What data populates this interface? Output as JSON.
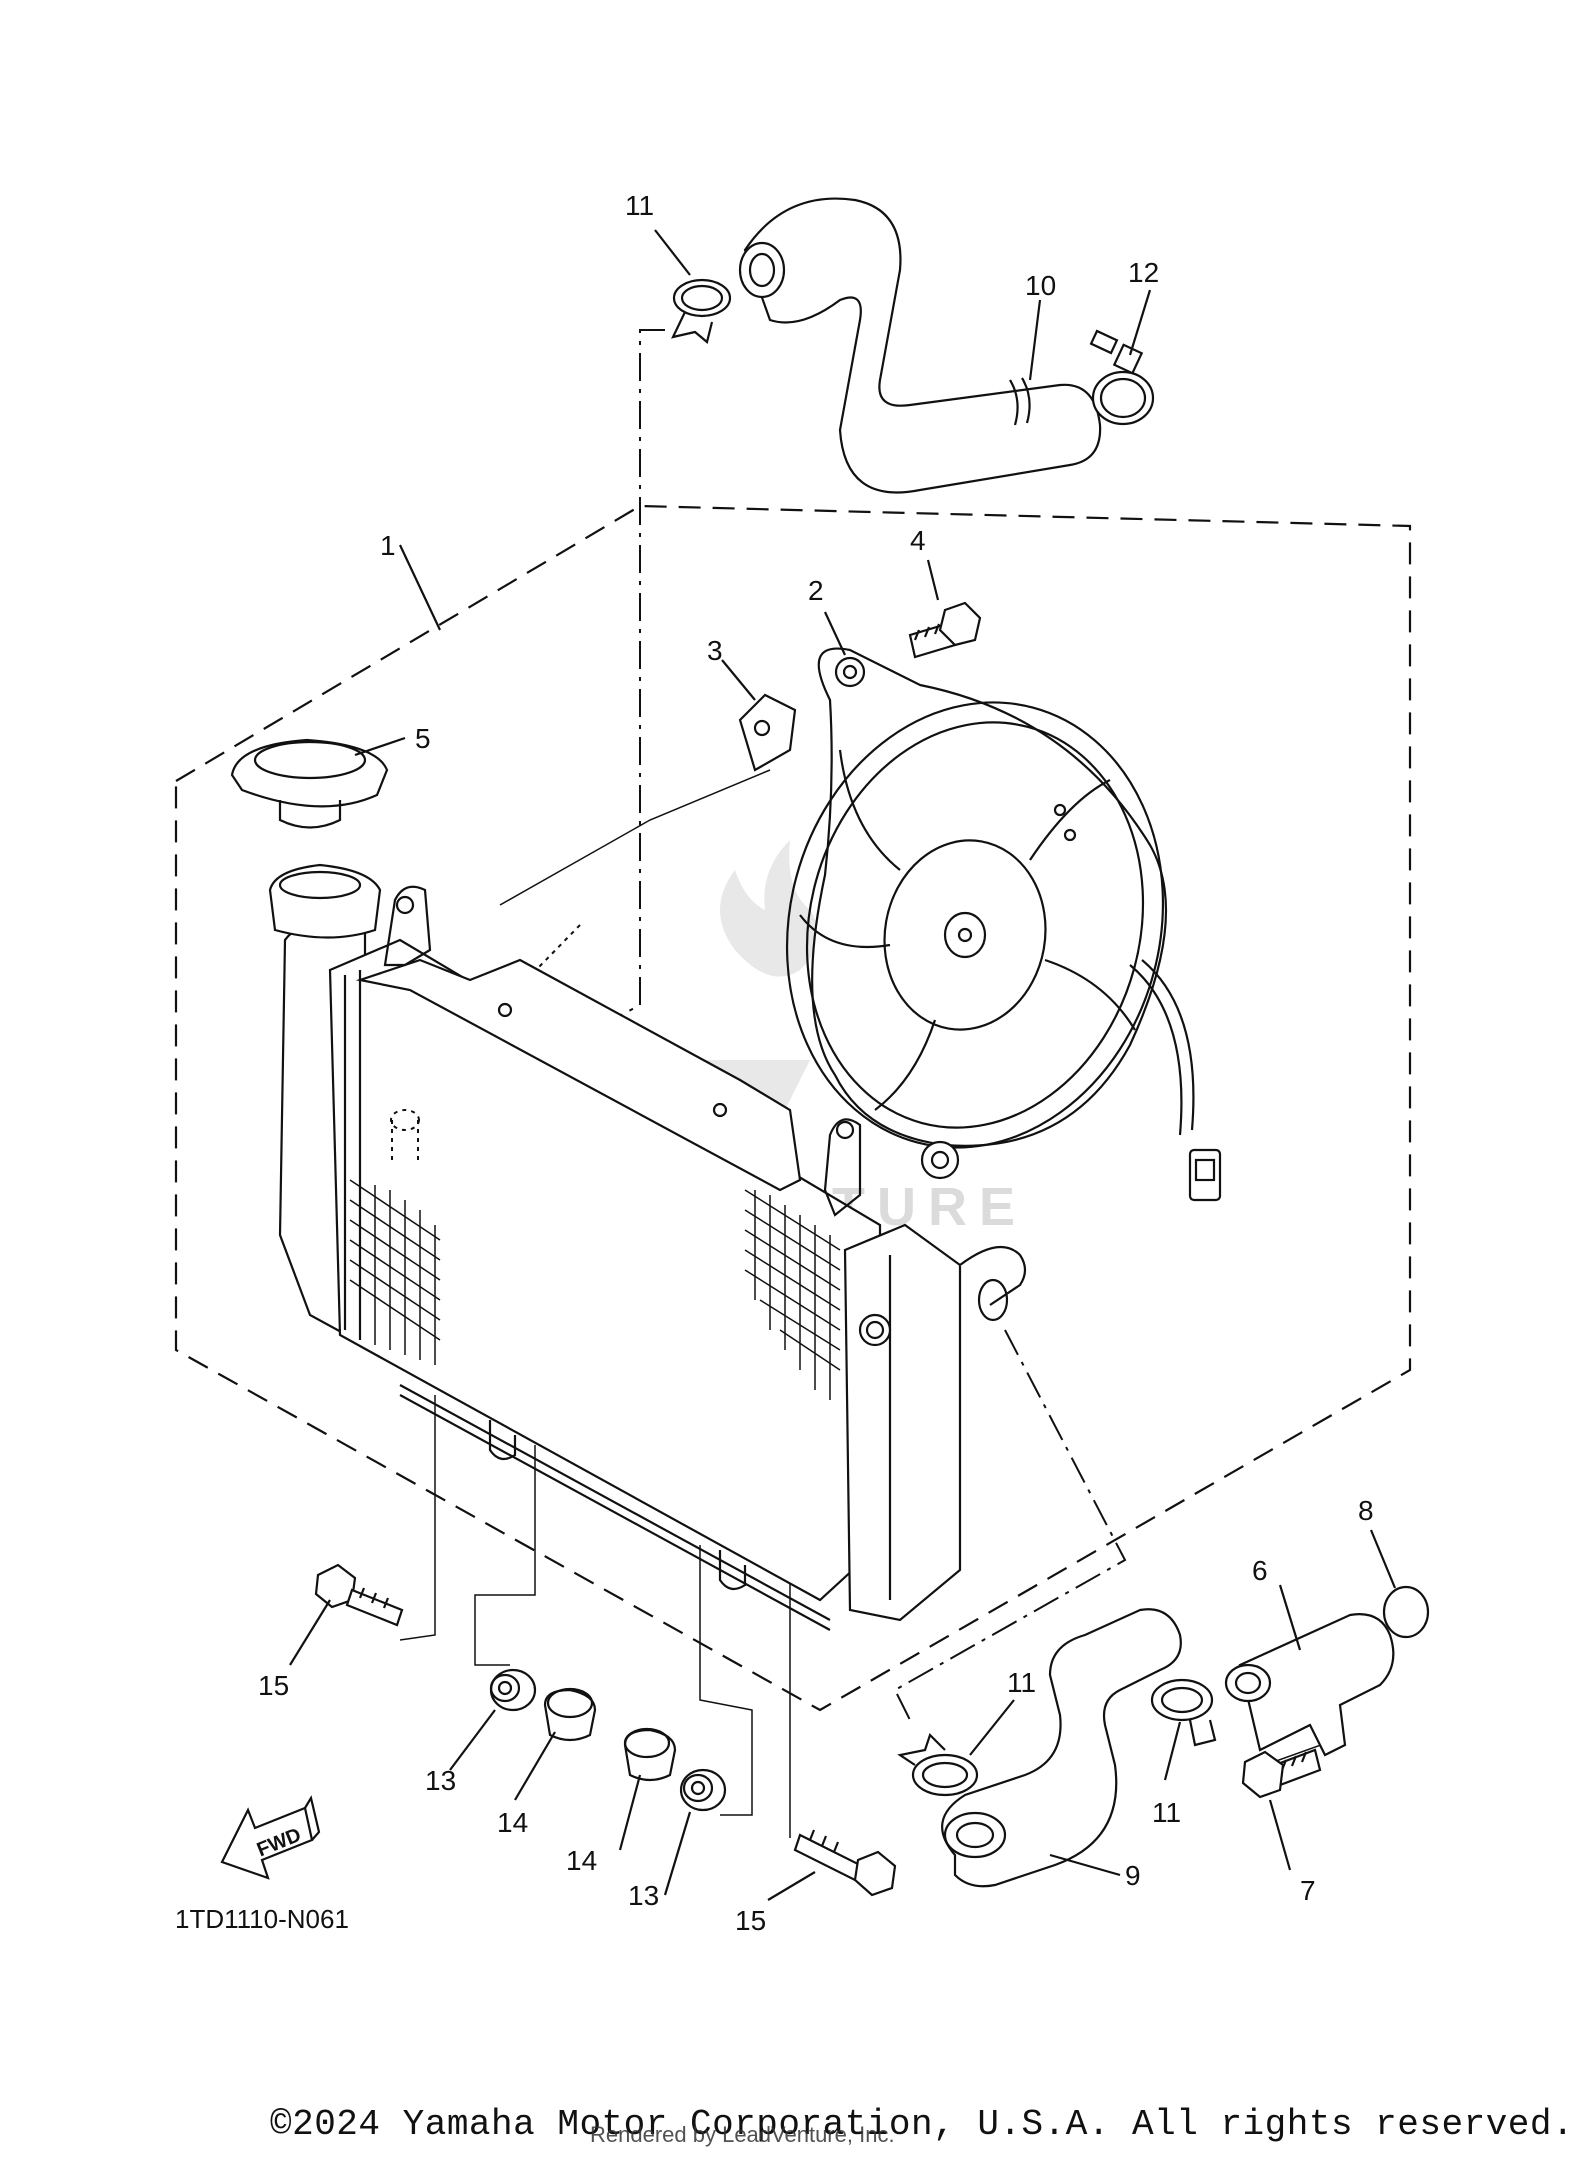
{
  "diagram": {
    "code": "1TD1110-N061",
    "fwd_label": "FWD",
    "watermark": "LEADVENTURE",
    "callouts": {
      "c1": "1",
      "c2": "2",
      "c3": "3",
      "c4": "4",
      "c5": "5",
      "c6": "6",
      "c7": "7",
      "c8": "8",
      "c9": "9",
      "c10": "10",
      "c11a": "11",
      "c11b": "11",
      "c11c": "11",
      "c12": "12",
      "c13a": "13",
      "c13b": "13",
      "c14a": "14",
      "c14b": "14",
      "c15a": "15",
      "c15b": "15"
    }
  },
  "footer": {
    "copyright": "©2024 Yamaha Motor Corporation, U.S.A. All rights reserved.",
    "rendered_by": "Rendered by LeadVenture, Inc."
  }
}
